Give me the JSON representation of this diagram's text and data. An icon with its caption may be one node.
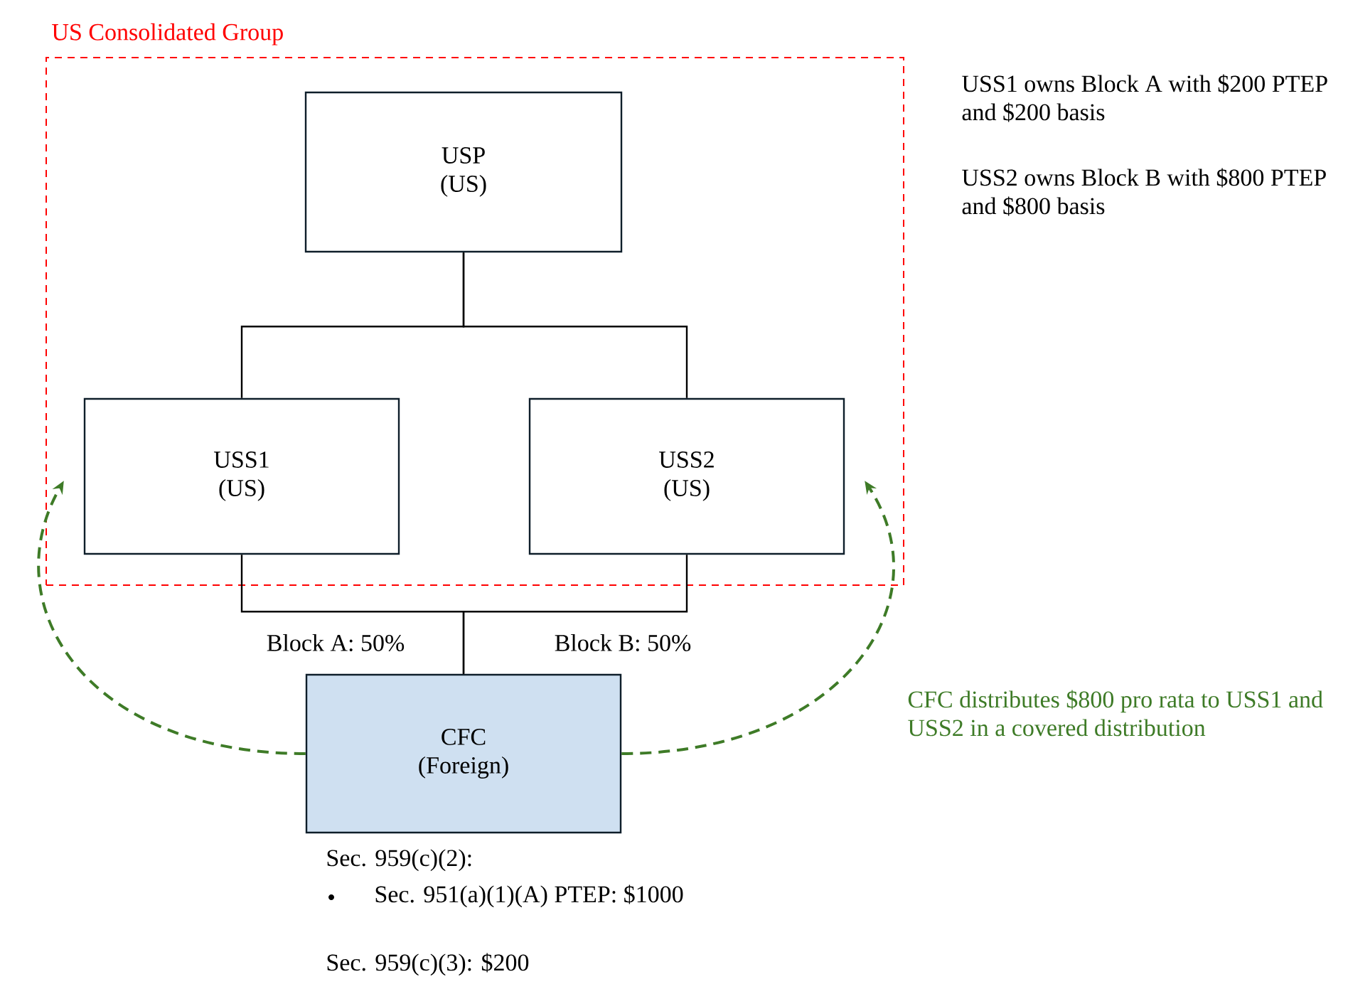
{
  "diagram": {
    "nodes": [
      {
        "text": [
          "US Consolidated Group"
        ]
      },
      {
        "text": [
          "USP (US)"
        ],
        "in": 0
      },
      {
        "text": [
          "USS1 (US)"
        ],
        "in": 0
      },
      {
        "text": [
          "USS2 (US)"
        ],
        "in": 0
      },
      {
        "text": [
          "CFC (Foreign)"
        ],
        "beside": [
          "Sec. 959(c)(2):",
          "Sec. 951(a)(1)(A) PTEP: $1000",
          "Sec. 959(c)(3): $200"
        ]
      }
    ],
    "edges": [
      {
        "from": 1,
        "to": 2,
        "arrow": "none"
      },
      {
        "from": 1,
        "to": 3,
        "arrow": "none"
      },
      {
        "from": 2,
        "to": 4,
        "arrow": "none",
        "label": "Block A: 50%"
      },
      {
        "from": 3,
        "to": 4,
        "arrow": "none",
        "label": "Block B: 50%"
      },
      {
        "from": 4,
        "to": 2,
        "arrow": "to",
        "style": "dashed",
        "color": "#3e7b27"
      },
      {
        "from": 4,
        "to": 3,
        "arrow": "to",
        "style": "dashed",
        "color": "#3e7b27"
      }
    ],
    "labels": [
      "USS1 owns Block A with $200 PTEP and $200 basis",
      "USS2 owns Block B with $800 PTEP and $800 basis",
      "CFC distributes $800 pro rata to USS1 and USS2 in a covered distribution"
    ]
  }
}
